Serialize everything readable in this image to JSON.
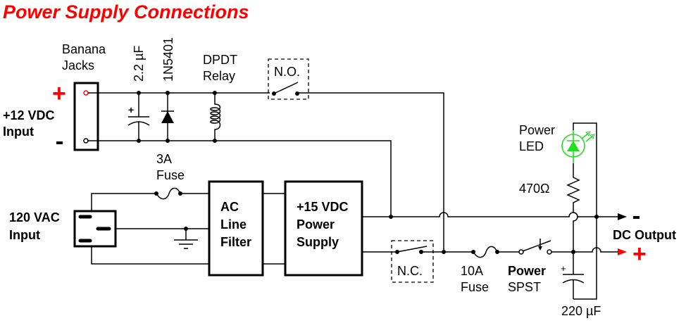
{
  "title": "Power Supply Connections",
  "colors": {
    "title": "#ff0000",
    "positive_marker": "#ff0000",
    "led": "#22dd22",
    "wire": "#000000"
  },
  "labels": {
    "banana_jacks": [
      "Banana",
      "Jacks"
    ],
    "capacitor_small": "2.2 µF",
    "diode": "1N5401",
    "relay": [
      "DPDT",
      "Relay"
    ],
    "normally_open": "N.O.",
    "normally_closed": "N.C.",
    "dc_input": [
      "+12 VDC",
      "Input"
    ],
    "dc_input_plus": "+",
    "dc_input_minus": "-",
    "fuse_3a": [
      "3A",
      "Fuse"
    ],
    "ac_input": [
      "120 VAC",
      "Input"
    ],
    "line_filter": [
      "AC",
      "Line",
      "Filter"
    ],
    "power_supply": [
      "+15 VDC",
      "Power",
      "Supply"
    ],
    "fuse_10a": [
      "10A",
      "Fuse"
    ],
    "power_switch": [
      "Power",
      "SPST"
    ],
    "led": [
      "Power",
      "LED"
    ],
    "resistor": "470Ω",
    "capacitor_large": "220 µF",
    "dc_output": "DC Output",
    "dc_output_minus": "-",
    "dc_output_plus": "+",
    "cap_polarity": "+"
  }
}
